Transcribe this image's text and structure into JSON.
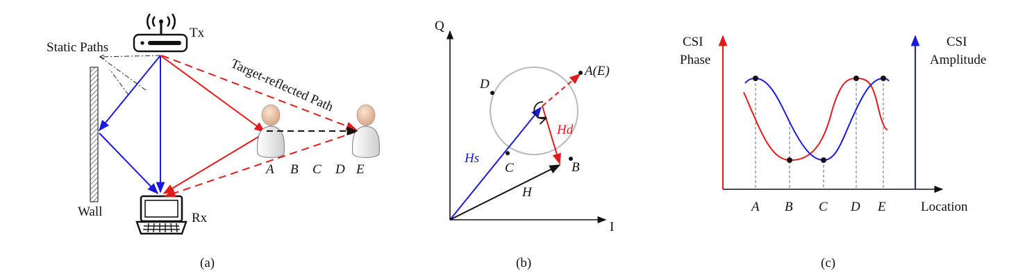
{
  "panel_a": {
    "caption": "(a)",
    "tx_label": "Tx",
    "rx_label": "Rx",
    "wall_label": "Wall",
    "static_paths_label": "Static Paths",
    "target_path_label": "Target-reflected Path",
    "locations": [
      "A",
      "B",
      "C",
      "D",
      "E"
    ]
  },
  "panel_b": {
    "caption": "(b)",
    "axis_i": "I",
    "axis_q": "Q",
    "vector_hs": "Hs",
    "vector_hd": "Hd",
    "vector_h": "H",
    "points": {
      "a": "A(E)",
      "b": "B",
      "c": "C",
      "d": "D"
    }
  },
  "panel_c": {
    "caption": "(c)",
    "phase_label": [
      "CSI",
      "Phase"
    ],
    "amplitude_label": [
      "CSI",
      "Amplitude"
    ],
    "x_axis_label": "Location",
    "locations": [
      "A",
      "B",
      "C",
      "D",
      "E"
    ]
  },
  "colors": {
    "static_path": "#1a1adc",
    "reflected_path": "#e01b1b",
    "circle": "#b8b8b8",
    "phase_curve": "#e01b1b",
    "amplitude_curve": "#1a1adc"
  }
}
